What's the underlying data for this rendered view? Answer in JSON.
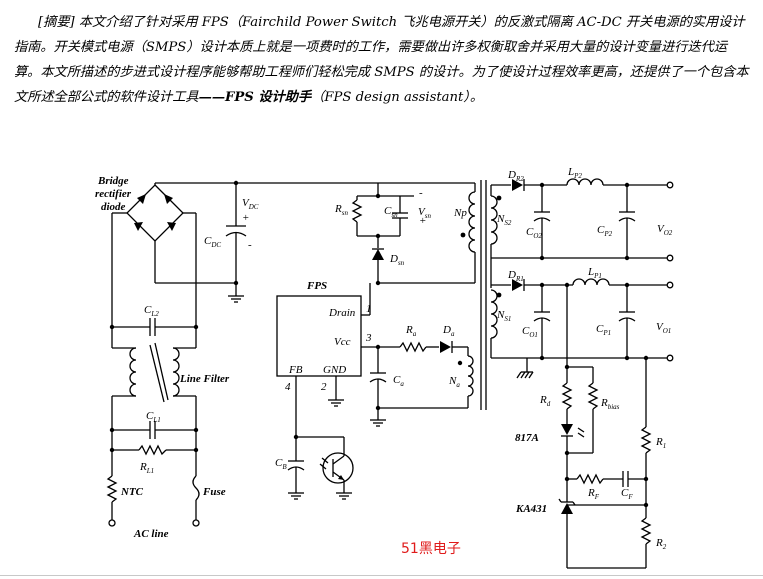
{
  "abstract": {
    "label": "[摘要]",
    "text": "本文介绍了针对采用 FPS（Fairchild Power Switch 飞兆电源开关）的反激式隔离 AC-DC 开关电源的实用设计指南。开关模式电源（SMPS）设计本质上就是一项费时的工作，需要做出许多权衡取舍并采用大量的设计变量进行迭代运算。本文所描述的步进式设计程序能够帮助工程师们轻松完成 SMPS 的设计。为了使设计过程效率更高，还提供了一个包含本文所述全部公式的软件设计工具",
    "tool_name": "——FPS 设计助手",
    "tool_en": "（FPS design assistant）。"
  },
  "schematic": {
    "bridge_line1": "Bridge",
    "bridge_line2": "rectifier",
    "bridge_line3": "diode",
    "vdc": "V",
    "vdc_sub": "DC",
    "cdc": "C",
    "cdc_sub": "DC",
    "rsn": "R",
    "rsn_sub": "sn",
    "csn": "C",
    "csn_sub": "sn",
    "vsn": "V",
    "vsn_sub": "sn",
    "dsn": "D",
    "dsn_sub": "sn",
    "np": "Np",
    "ns2": "N",
    "ns2_sub": "S2",
    "ns1": "N",
    "ns1_sub": "S1",
    "dr2": "D",
    "dr2_sub": "R2",
    "dr1": "D",
    "dr1_sub": "R1",
    "lp2": "L",
    "lp2_sub": "P2",
    "lp1": "L",
    "lp1_sub": "P1",
    "co2": "C",
    "co2_sub": "O2",
    "cp2": "C",
    "cp2_sub": "P2",
    "vo2": "V",
    "vo2_sub": "O2",
    "co1": "C",
    "co1_sub": "O1",
    "cp1": "C",
    "cp1_sub": "P1",
    "vo1": "V",
    "vo1_sub": "O1",
    "fps": "FPS",
    "drain": "Drain",
    "vcc": "Vcc",
    "fb": "FB",
    "gnd": "GND",
    "pin1": "1",
    "pin2": "2",
    "pin3": "3",
    "pin4": "4",
    "ra": "R",
    "ra_sub": "a",
    "da": "D",
    "da_sub": "a",
    "ca": "C",
    "ca_sub": "a",
    "na": "N",
    "na_sub": "a",
    "cb": "C",
    "cb_sub": "B",
    "cl2": "C",
    "cl2_sub": "L2",
    "line_filter": "Line Filter",
    "cl1": "C",
    "cl1_sub": "L1",
    "rl1": "R",
    "rl1_sub": "L1",
    "ntc": "NTC",
    "fuse": "Fuse",
    "ac_line": "AC line",
    "rd": "R",
    "rd_sub": "d",
    "rbias": "R",
    "rbias_sub": "bias",
    "opto": "817A",
    "r1": "R",
    "r1_sub": "1",
    "rf": "R",
    "rf_sub": "F",
    "cf": "C",
    "cf_sub": "F",
    "tl431": "KA431",
    "r2": "R",
    "r2_sub": "2",
    "plus": "+",
    "minus": "-"
  },
  "watermark": "51黑电子"
}
